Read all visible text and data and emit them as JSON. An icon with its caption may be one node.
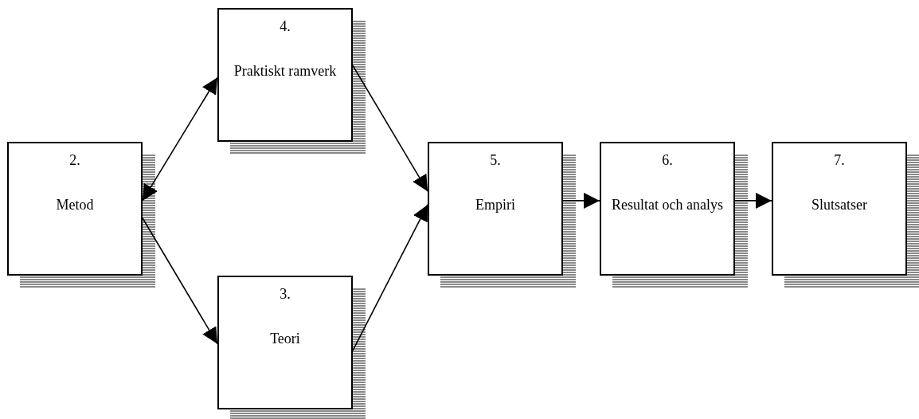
{
  "diagram": {
    "nodes": [
      {
        "text": [
          "2.",
          "Metod"
        ]
      },
      {
        "text": [
          "4.",
          "Praktiskt ramverk"
        ]
      },
      {
        "text": [
          "3.",
          "Teori"
        ]
      },
      {
        "text": [
          "5.",
          "Empiri"
        ]
      },
      {
        "text": [
          "6.",
          "Resultat och analys"
        ]
      },
      {
        "text": [
          "7.",
          "Slutsatser"
        ]
      }
    ],
    "edges": [
      {
        "from": 0,
        "to": 1,
        "arrow": "both"
      },
      {
        "from": 0,
        "to": 2,
        "arrow": "to"
      },
      {
        "from": 1,
        "to": 3,
        "arrow": "to"
      },
      {
        "from": 2,
        "to": 3,
        "arrow": "to"
      },
      {
        "from": 3,
        "to": 4,
        "arrow": "to"
      },
      {
        "from": 4,
        "to": 5,
        "arrow": "to"
      }
    ]
  }
}
